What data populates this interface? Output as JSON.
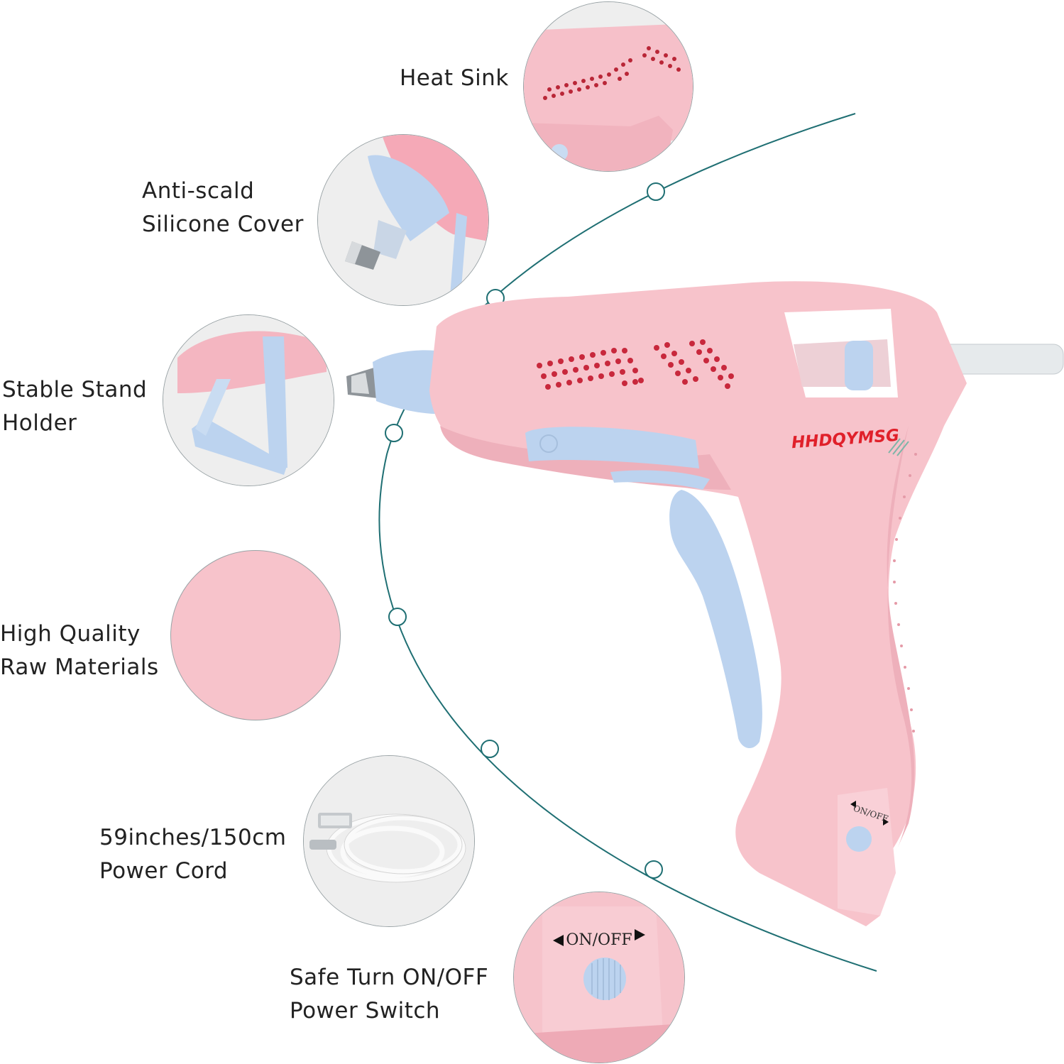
{
  "features": [
    {
      "id": "heat-sink",
      "lines": [
        "Heat Sink"
      ]
    },
    {
      "id": "anti-scald",
      "lines": [
        "Anti-scald",
        "Silicone Cover"
      ]
    },
    {
      "id": "stand",
      "lines": [
        "Stable Stand",
        "Holder"
      ]
    },
    {
      "id": "materials",
      "lines": [
        "High Quality",
        "Raw Materials"
      ]
    },
    {
      "id": "cord",
      "lines": [
        "59inches/150cm",
        "Power Cord"
      ]
    },
    {
      "id": "switch",
      "lines": [
        "Safe Turn ON/OFF",
        "Power Switch"
      ]
    }
  ],
  "product": {
    "brand": "HHDQYMSG",
    "switch_label": "ON/OFF"
  },
  "colors": {
    "body_pink": "#f7c3cb",
    "body_shadow": "#e9a7b2",
    "accent_blue": "#bcd3ef",
    "arc_teal": "#1f6f73",
    "brand_red": "#e0202a",
    "vent_red": "#c8283c"
  }
}
